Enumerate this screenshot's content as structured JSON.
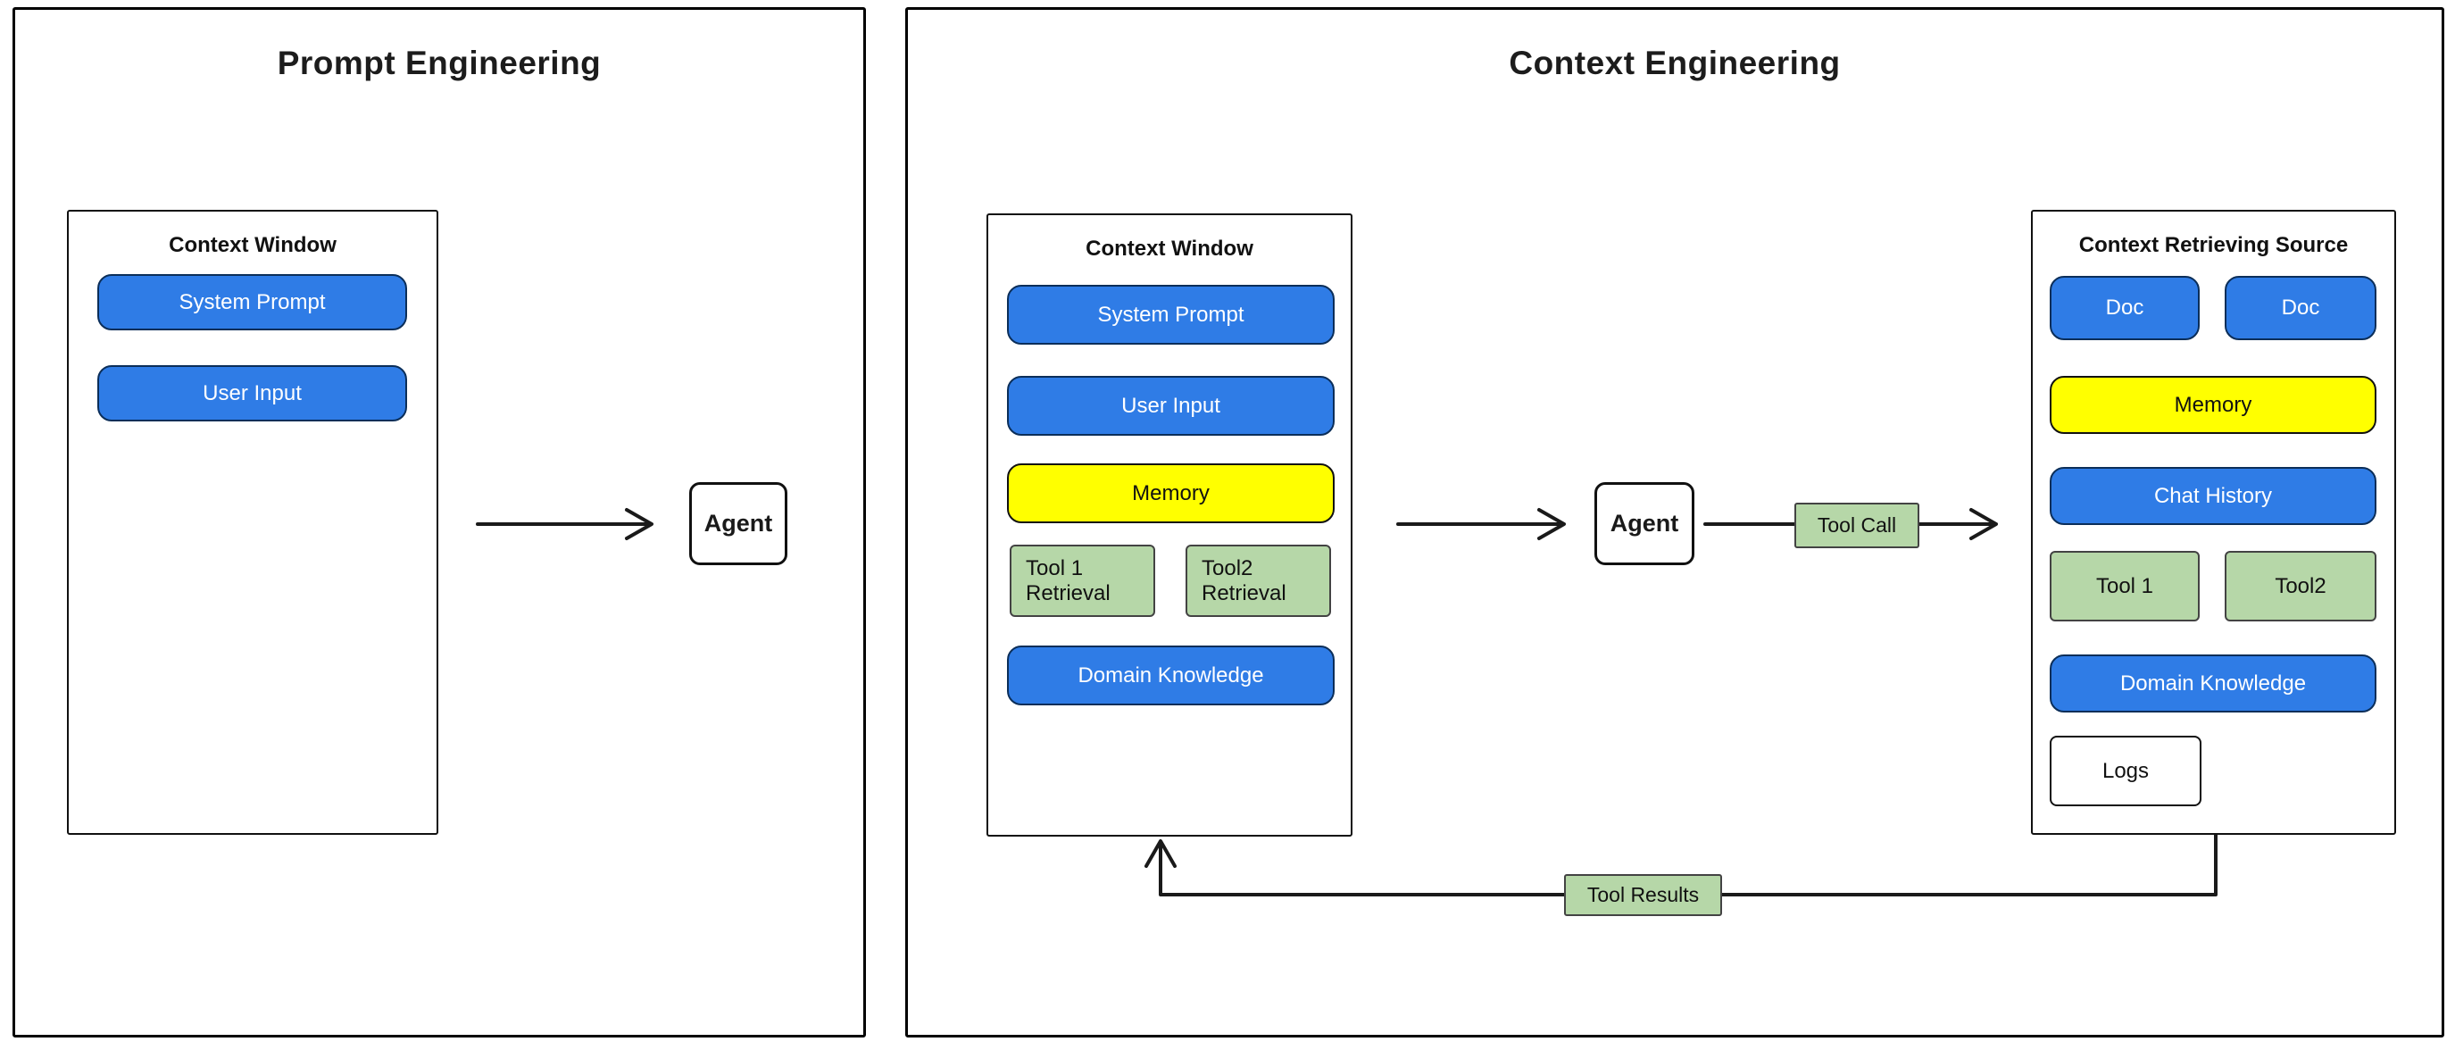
{
  "colors": {
    "blue": "#2f7ce6",
    "yellow": "#ffff00",
    "green": "#b6d7a8",
    "ink": "#1a1a1a"
  },
  "left_panel": {
    "title": "Prompt Engineering",
    "context_window": {
      "label": "Context Window",
      "system_prompt": "System Prompt",
      "user_input": "User Input"
    },
    "agent": "Agent"
  },
  "right_panel": {
    "title": "Context Engineering",
    "context_window": {
      "label": "Context Window",
      "system_prompt": "System Prompt",
      "user_input": "User Input",
      "memory": "Memory",
      "tool1_retrieval": "Tool 1 Retrieval",
      "tool2_retrieval": "Tool2 Retrieval",
      "domain_knowledge": "Domain Knowledge"
    },
    "agent": "Agent",
    "tool_call": "Tool Call",
    "tool_results": "Tool Results",
    "retrieving_source": {
      "label": "Context Retrieving Source",
      "doc1": "Doc",
      "doc2": "Doc",
      "memory": "Memory",
      "chat_history": "Chat History",
      "tool1": "Tool 1",
      "tool2": "Tool2",
      "domain_knowledge": "Domain Knowledge",
      "logs": "Logs"
    }
  }
}
